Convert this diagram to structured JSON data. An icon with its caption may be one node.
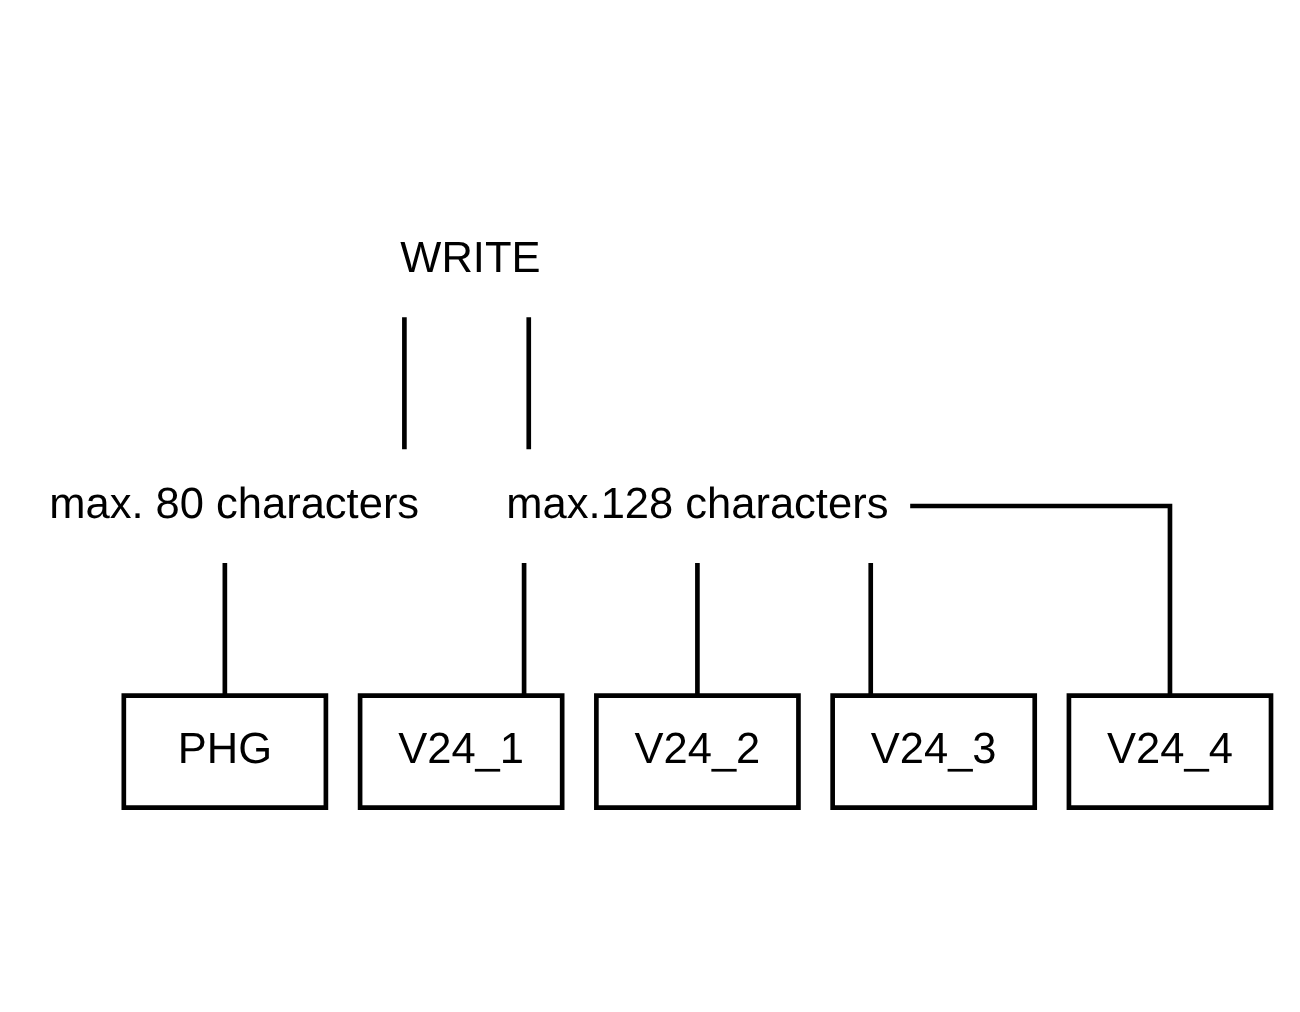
{
  "diagram": {
    "nodes": [
      {
        "text": [
          "WRITE"
        ]
      },
      {
        "text": [
          "max. 80 characters"
        ]
      },
      {
        "text": [
          "max.128 characters"
        ]
      },
      {
        "text": [
          "PHG"
        ]
      },
      {
        "text": [
          "V24_1"
        ]
      },
      {
        "text": [
          "V24_2"
        ]
      },
      {
        "text": [
          "V24_3"
        ]
      },
      {
        "text": [
          "V24_4"
        ]
      }
    ],
    "edges": [
      {
        "from": 0,
        "to": 1,
        "arrow": "none"
      },
      {
        "from": 0,
        "to": 2,
        "arrow": "none"
      },
      {
        "from": 1,
        "to": 3,
        "arrow": "none"
      },
      {
        "from": 2,
        "to": 4,
        "arrow": "none"
      },
      {
        "from": 2,
        "to": 5,
        "arrow": "none"
      },
      {
        "from": 2,
        "to": 6,
        "arrow": "none"
      },
      {
        "from": 2,
        "to": 7,
        "arrow": "none"
      }
    ]
  }
}
